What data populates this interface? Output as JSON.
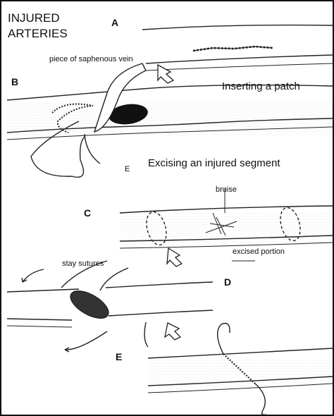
{
  "title": {
    "line1": "INJURED",
    "line2": "ARTERIES"
  },
  "panels": {
    "a": "A",
    "b": "B",
    "c": "C",
    "d": "D",
    "e": "E"
  },
  "labels": {
    "saphenous": "piece of saphenous vein",
    "patch": "Inserting a patch",
    "small_e": "E",
    "excising": "Excising an injured segment",
    "bruise": "bruise",
    "excised": "excised portion",
    "stay": "stay sutures"
  }
}
